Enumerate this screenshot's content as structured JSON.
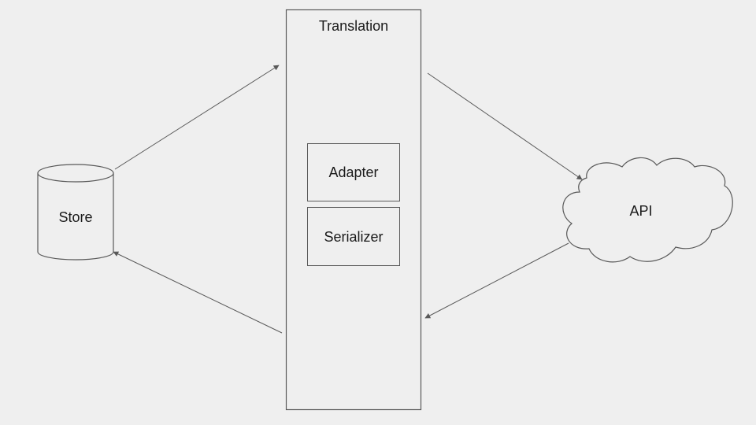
{
  "diagram": {
    "store": {
      "label": "Store"
    },
    "translation": {
      "label": "Translation"
    },
    "adapter": {
      "label": "Adapter"
    },
    "serializer": {
      "label": "Serializer"
    },
    "api": {
      "label": "API"
    }
  },
  "colors": {
    "background": "#efefef",
    "stroke": "#595959",
    "text": "#1a1a1a"
  }
}
